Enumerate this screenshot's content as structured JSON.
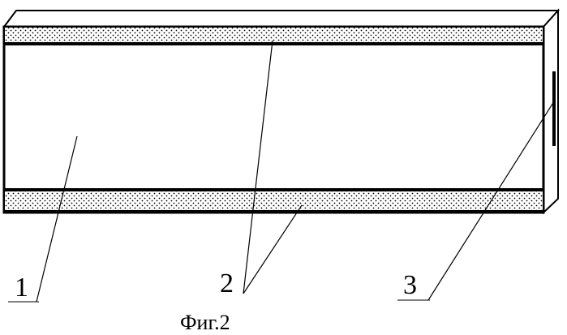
{
  "figure": {
    "labels": {
      "part_1": "1",
      "part_2": "2",
      "part_3": "3"
    },
    "caption": "Фиг.2"
  },
  "colors": {
    "line": "#000000",
    "background": "#ffffff",
    "stipple": "#000000"
  }
}
